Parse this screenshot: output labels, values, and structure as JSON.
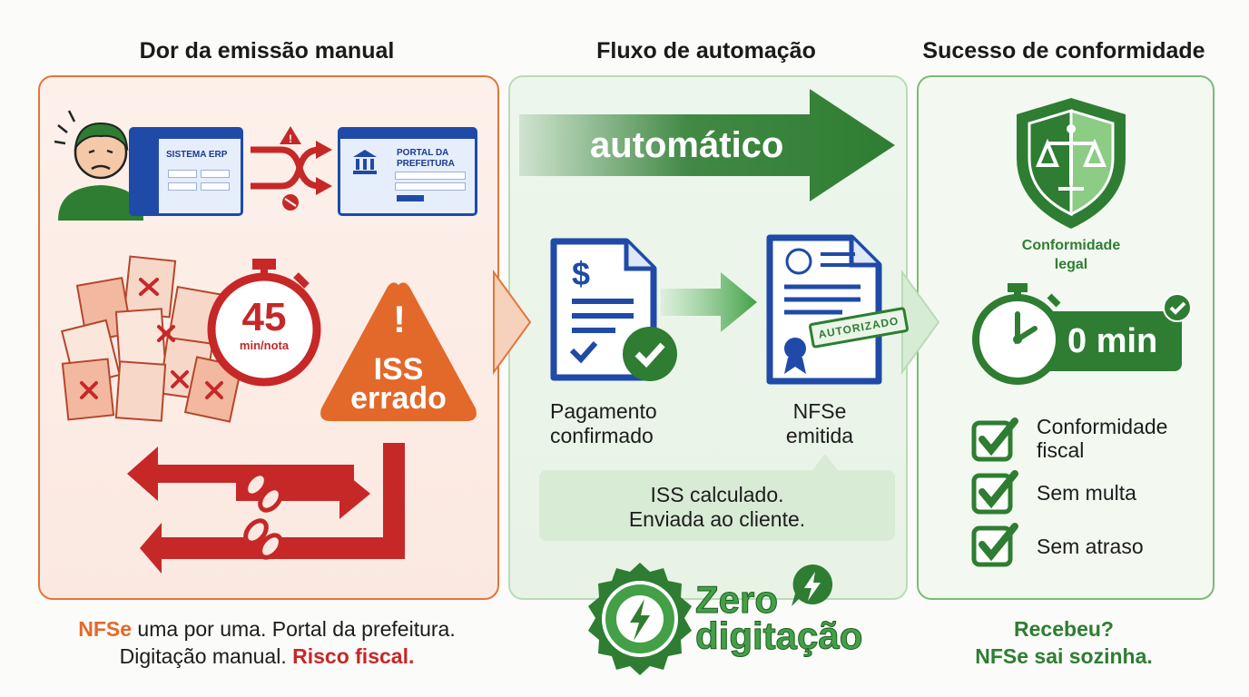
{
  "columns": {
    "pain": "Dor da emissão manual",
    "flow": "Fluxo de automação",
    "success": "Sucesso de conformidade"
  },
  "pain": {
    "erp_label": "SISTEMA ERP",
    "portal_label_1": "PORTAL DA",
    "portal_label_2": "PREFEITURA",
    "timer_value": "45",
    "timer_unit": "min/nota",
    "warning_line1": "ISS",
    "warning_line2": "errado",
    "caption_highlight": "NFSe",
    "caption_part1": " uma por uma. Portal da prefeitura.",
    "caption_part2": "Digitação manual. ",
    "caption_risk": "Risco fiscal."
  },
  "flow": {
    "arrow_label": "automático",
    "doc1_line1": "Pagamento",
    "doc1_line2": "confirmado",
    "doc2_line1": "NFSe",
    "doc2_line2": "emitida",
    "stamp": "AUTORIZADO",
    "bubble_line1": "ISS calculado.",
    "bubble_line2": "Enviada ao cliente.",
    "badge_line1": "Zero",
    "badge_line2": "digitação"
  },
  "success": {
    "shield_line1": "Conformidade",
    "shield_line2": "legal",
    "time_value": "0 min",
    "checks": [
      "Conformidade fiscal",
      "Sem multa",
      "Sem atraso"
    ],
    "check1_line1": "Conformidade",
    "check1_line2": "fiscal",
    "caption_line1": "Recebeu?",
    "caption_line2": "NFSe sai sozinha."
  },
  "colors": {
    "pain_accent": "#e2692a",
    "risk_red": "#c62828",
    "success_green": "#2e7d32",
    "doc_blue": "#1f4aa8"
  }
}
